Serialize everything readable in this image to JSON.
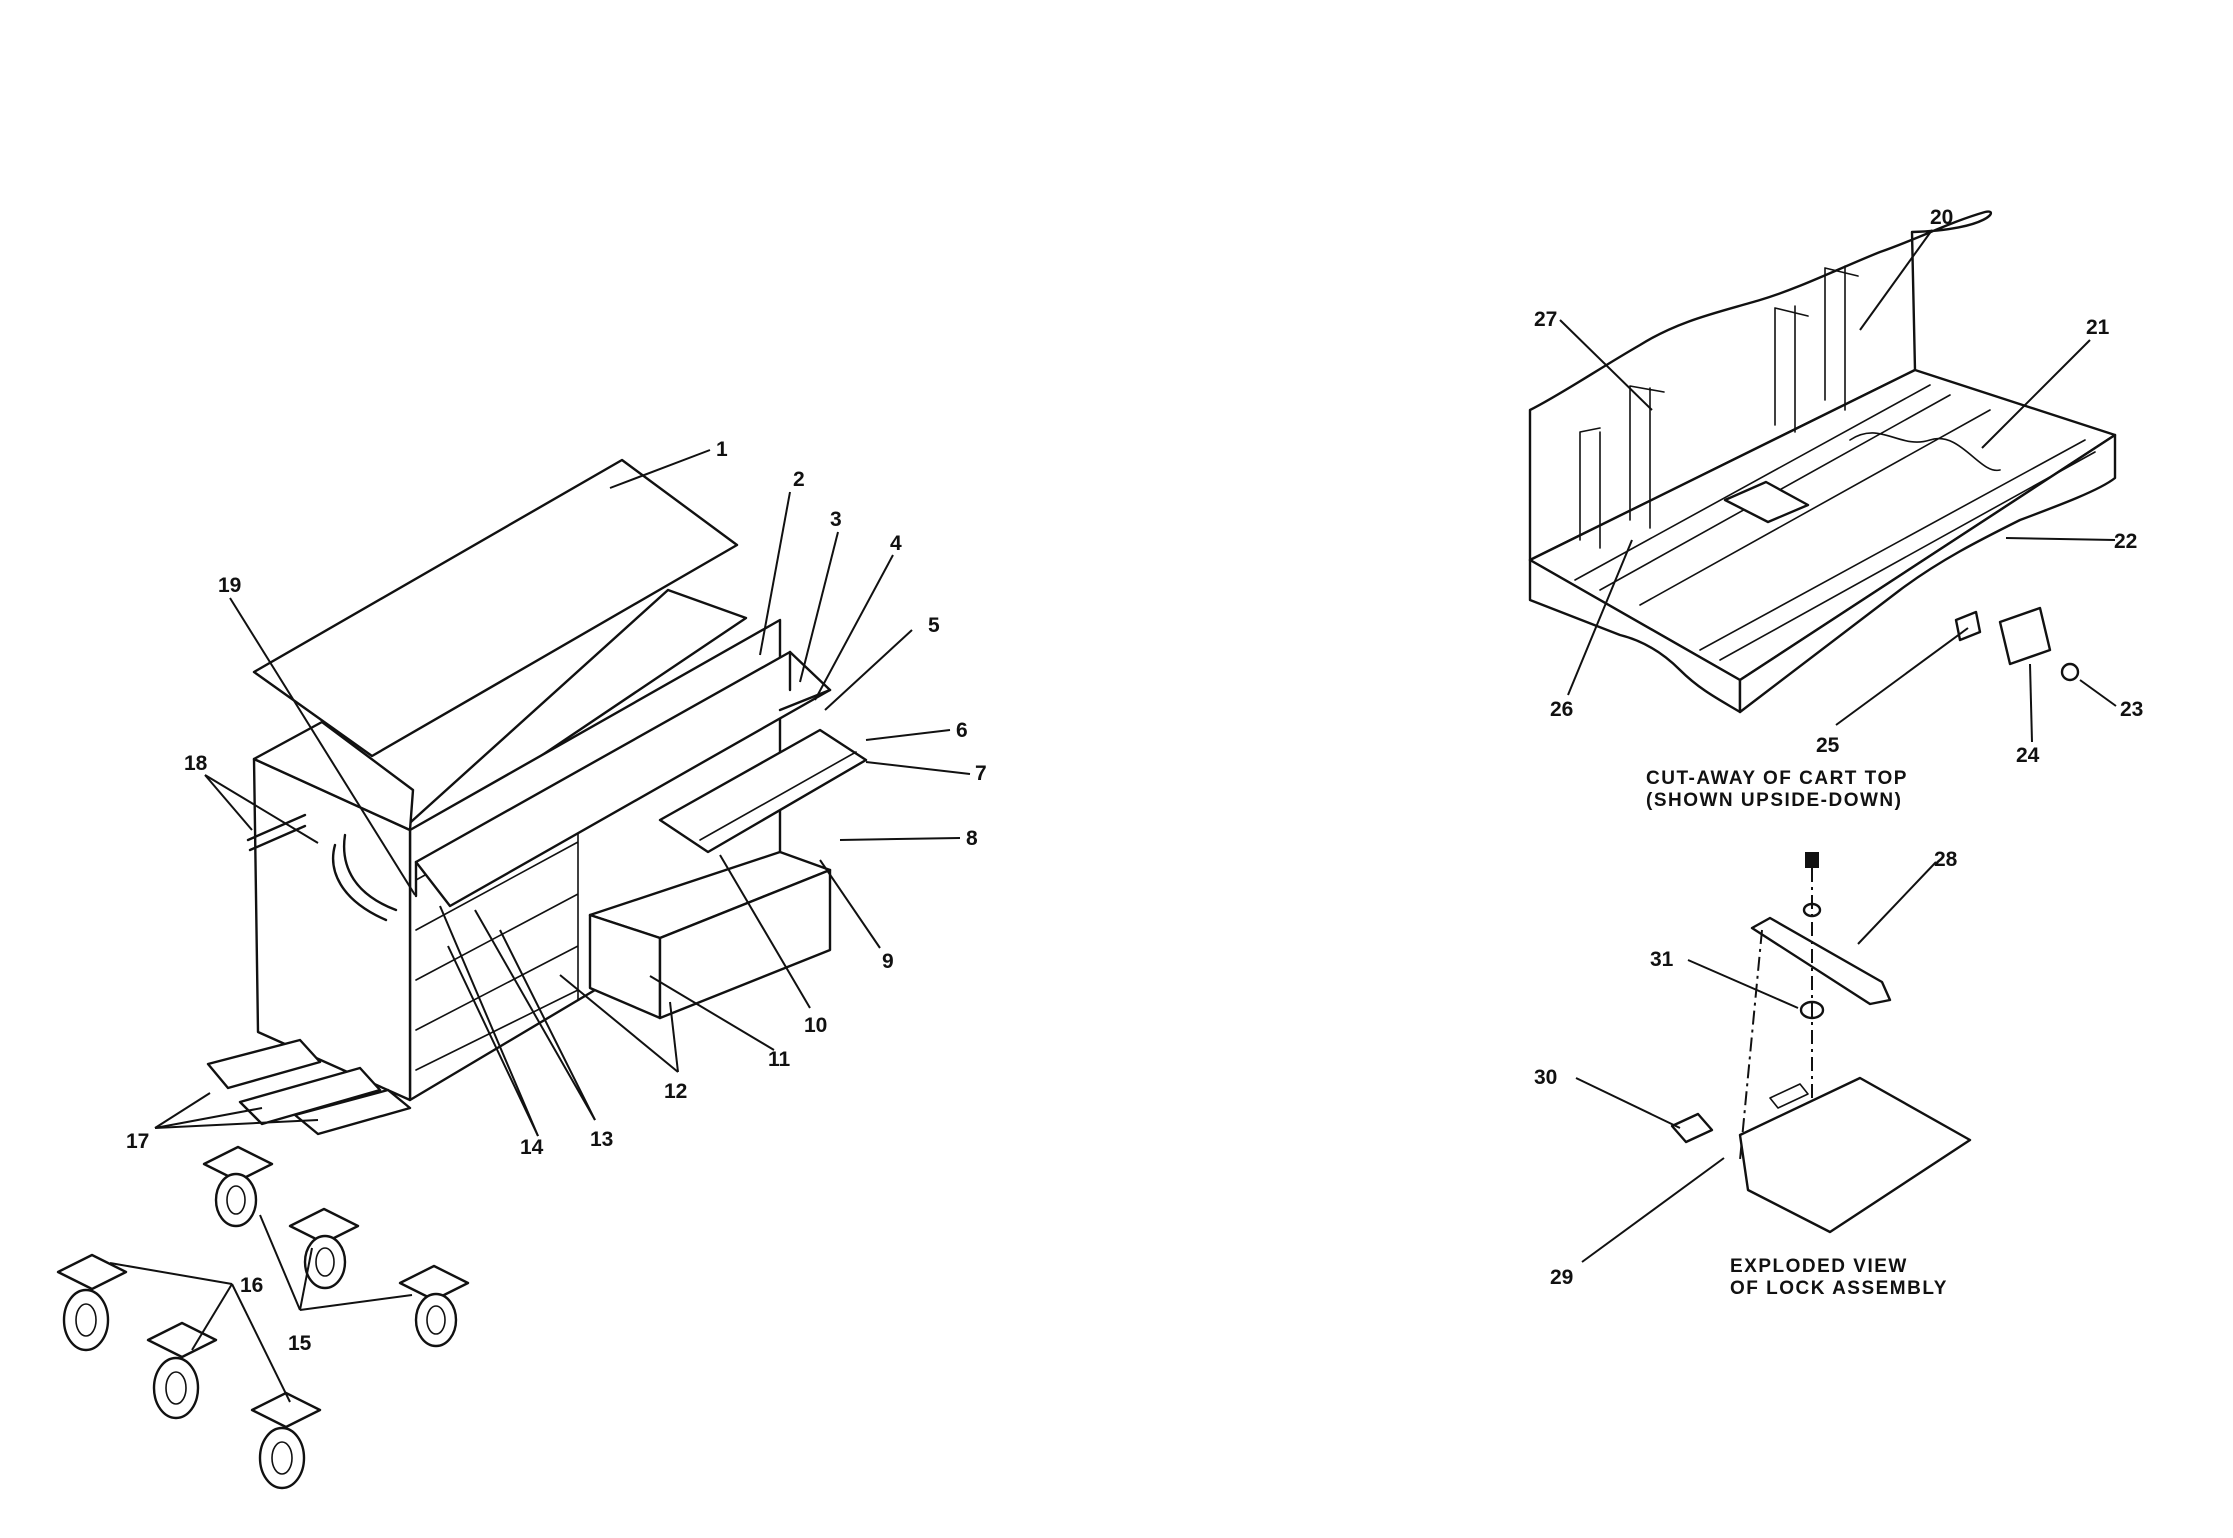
{
  "parts": {
    "p1": "1",
    "p2": "2",
    "p3": "3",
    "p4": "4",
    "p5": "5",
    "p6": "6",
    "p7": "7",
    "p8": "8",
    "p9": "9",
    "p10": "10",
    "p11": "11",
    "p12": "12",
    "p13": "13",
    "p14": "14",
    "p15": "15",
    "p16": "16",
    "p17": "17",
    "p18": "18",
    "p19": "19",
    "p20": "20",
    "p21": "21",
    "p22": "22",
    "p23": "23",
    "p24": "24",
    "p25": "25",
    "p26": "26",
    "p27": "27",
    "p28": "28",
    "p29": "29",
    "p30": "30",
    "p31": "31"
  },
  "captions": {
    "cart_top_line1": "CUT-AWAY OF CART TOP",
    "cart_top_line2": "(SHOWN UPSIDE-DOWN)",
    "lock_line1": "EXPLODED VIEW",
    "lock_line2": "OF LOCK ASSEMBLY"
  }
}
